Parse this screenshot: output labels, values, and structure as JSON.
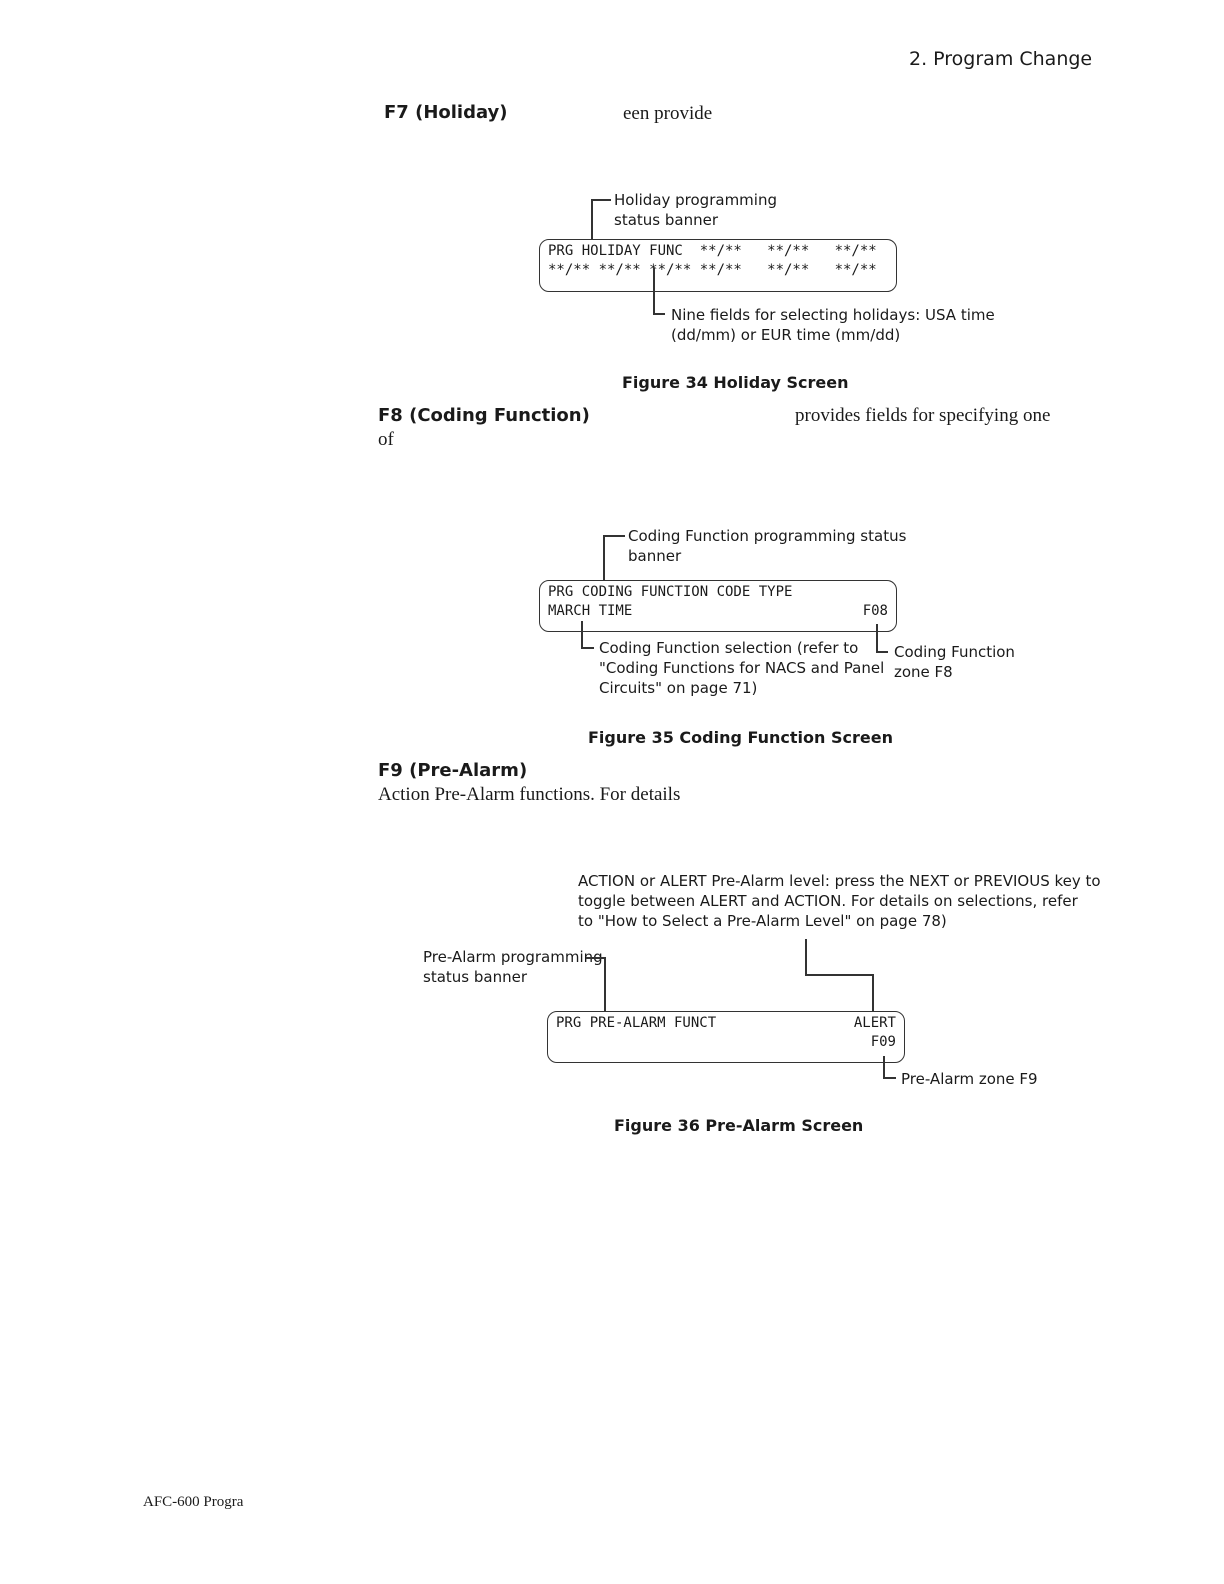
{
  "header": {
    "chapter_title": "2. Program Change"
  },
  "sections": [
    {
      "heading": "F7 (Holiday)",
      "text_lines": [
        "een provide"
      ],
      "figure": {
        "caption": "Figure 34  Holiday Screen",
        "lcd_lines": [
          "PRG HOLIDAY FUNC  **/**   **/**   **/**",
          "**/** **/** **/** **/**   **/**   **/**"
        ],
        "callouts": {
          "banner": "Holiday programming\nstatus banner",
          "fields": "Nine fields for selecting holidays: USA time\n(dd/mm) or EUR time (mm/dd)"
        }
      }
    },
    {
      "heading": "F8 (Coding Function)",
      "text_lines": [
        "provides fields for specifying one",
        "of"
      ],
      "figure": {
        "caption": "Figure 35  Coding Function Screen",
        "lcd_lines": [
          "PRG CODING FUNCTION CODE TYPE",
          "MARCH TIME",
          "F08"
        ],
        "callouts": {
          "banner": "Coding Function programming status\nbanner",
          "selection": "Coding Function selection (refer to\n\"Coding Functions for NACS and Panel\nCircuits\" on page 71)",
          "zone": "Coding Function\nzone F8"
        }
      }
    },
    {
      "heading": "F9 (Pre-Alarm)",
      "text_lines": [
        "Action Pre-Alarm functions. For details"
      ],
      "figure": {
        "caption": "Figure 36  Pre-Alarm Screen",
        "lcd_lines": [
          "PRG PRE-ALARM FUNCT",
          "ALERT",
          "F09"
        ],
        "callouts": {
          "level": "ACTION or ALERT Pre-Alarm level: press the NEXT or PREVIOUS key to\ntoggle between ALERT and ACTION. For details on selections, refer\nto \"How to Select a Pre-Alarm Level\" on page 78)",
          "banner": "Pre-Alarm programming\nstatus banner",
          "zone": "Pre-Alarm zone F9"
        }
      }
    }
  ],
  "footer": {
    "text": "AFC-600  Progra"
  }
}
